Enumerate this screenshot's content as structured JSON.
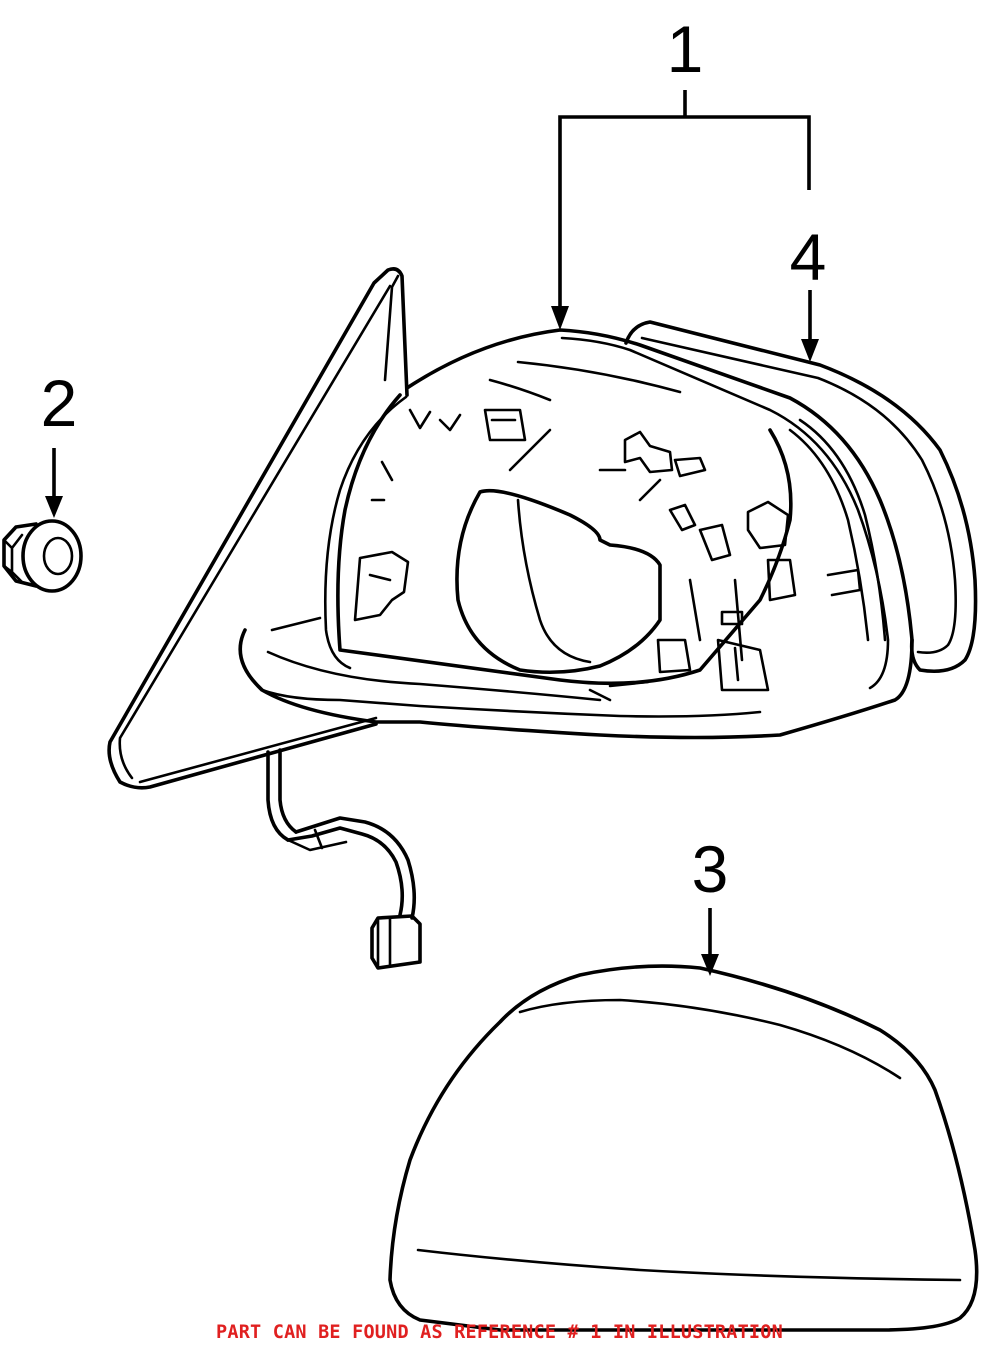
{
  "callouts": {
    "ref_1": "1",
    "ref_2": "2",
    "ref_3": "3",
    "ref_4": "4"
  },
  "footer": {
    "note": "PART CAN BE FOUND AS REFERENCE # 1 IN ILLUSTRATION",
    "note_color": "#e02020"
  },
  "line_color": "#000000",
  "background_color": "#ffffff"
}
